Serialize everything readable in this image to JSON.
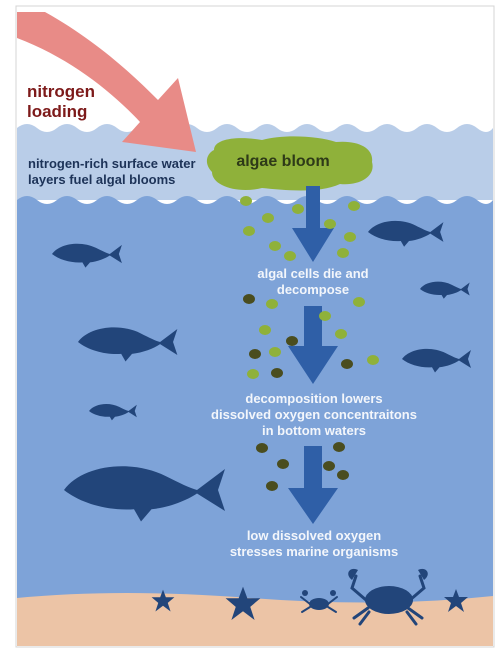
{
  "title": "nitrogen loading",
  "title_lines": [
    "nitrogen",
    "loading"
  ],
  "bloom_label": "algae bloom",
  "surface_note_lines": [
    "nitrogen-rich surface water",
    "layers fuel algal blooms"
  ],
  "step1_lines": [
    "algal cells die and",
    "decompose"
  ],
  "step2_lines": [
    "decomposition lowers",
    "dissolved oxygen concentraitons",
    "in bottom waters"
  ],
  "step3_lines": [
    "low dissolved oxygen",
    "stresses marine organisms"
  ],
  "colors": {
    "sky": "#ffffff",
    "surface_water": "#b9cde8",
    "deep_water": "#7ea3d8",
    "sand": "#ecc4a6",
    "arrow": "#e88b87",
    "process_arrow": "#2f5fa7",
    "fish": "#22457a",
    "algae_live": "#8fb13a",
    "algae_dead": "#4a4d1f",
    "title": "#7d1a1a"
  },
  "icons": [
    "nitrogen-arrow-icon",
    "algae-bloom-icon",
    "fish-icon",
    "crab-icon",
    "starfish-icon",
    "down-arrow-icon"
  ]
}
